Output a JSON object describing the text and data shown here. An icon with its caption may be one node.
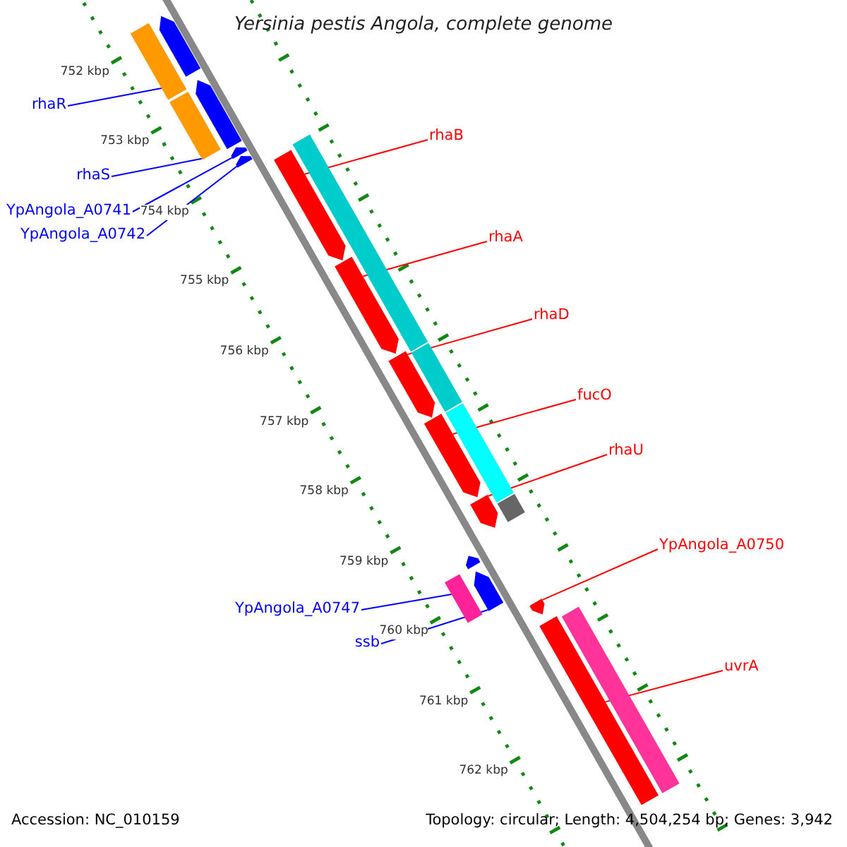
{
  "diagram": {
    "title": "Yersinia pestis Angola, complete genome",
    "nodes": [
      {
        "text": [
          "rhaR"
        ]
      },
      {
        "text": [
          "rhaB"
        ]
      },
      {
        "text": [
          "rhaS"
        ]
      },
      {
        "text": [
          "YpAngola_A0741"
        ]
      },
      {
        "text": [
          "rhaA"
        ]
      },
      {
        "text": [
          "YpAngola_A0742"
        ]
      },
      {
        "text": [
          "rhaD"
        ]
      },
      {
        "text": [
          "fucO"
        ]
      },
      {
        "text": [
          "rhaU"
        ]
      },
      {
        "text": [
          "YpAngola_A0750"
        ]
      },
      {
        "text": [
          "YpAngola_A0747"
        ]
      },
      {
        "text": [
          "ssb"
        ]
      },
      {
        "text": [
          "uvrA"
        ]
      },
      {
        "text": [],
        "shape": "bar"
      },
      {
        "text": [],
        "shape": "pentagon"
      },
      {
        "text": [],
        "shape": "bar"
      },
      {
        "text": [],
        "shape": "pentagon"
      },
      {
        "text": [],
        "shape": "pentagon"
      },
      {
        "text": [],
        "shape": "pentagon"
      },
      {
        "text": [],
        "shape": "bar"
      },
      {
        "text": [],
        "shape": "pentagon"
      },
      {
        "text": [],
        "shape": "pentagon"
      },
      {
        "text": [],
        "shape": "bar"
      },
      {
        "text": [],
        "shape": "pentagon"
      },
      {
        "text": [],
        "shape": "bar"
      },
      {
        "text": [],
        "shape": "pentagon"
      },
      {
        "text": [],
        "shape": "bar"
      },
      {
        "text": [],
        "shape": "pentagon"
      },
      {
        "text": [],
        "shape": "pentagon"
      },
      {
        "text": [],
        "shape": "bar"
      },
      {
        "text": [],
        "shape": "pentagon"
      },
      {
        "text": [],
        "shape": "pentagon"
      },
      {
        "text": [],
        "shape": "bar"
      },
      {
        "text": [],
        "shape": "bar"
      }
    ],
    "edges": [
      {
        "from": 0,
        "to": 13,
        "arrow": "none",
        "color": "#0000ff"
      },
      {
        "from": 1,
        "to": 20,
        "arrow": "none"
      },
      {
        "from": 2,
        "to": 15,
        "arrow": "none",
        "color": "#0000ff"
      },
      {
        "from": 3,
        "to": 17,
        "arrow": "none",
        "color": "#0000ff"
      },
      {
        "from": 4,
        "to": 21,
        "arrow": "none"
      },
      {
        "from": 5,
        "to": 18,
        "arrow": "none",
        "color": "#0000ff"
      },
      {
        "from": 6,
        "to": 23,
        "arrow": "none"
      },
      {
        "from": 7,
        "to": 25,
        "arrow": "none"
      },
      {
        "from": 8,
        "to": 27,
        "arrow": "none"
      },
      {
        "from": 9,
        "to": 31,
        "arrow": "none"
      },
      {
        "from": 10,
        "to": 29,
        "arrow": "none",
        "color": "#0000ff"
      },
      {
        "from": 11,
        "to": 30,
        "arrow": "none",
        "color": "#0000ff"
      },
      {
        "from": 12,
        "to": 32,
        "arrow": "none"
      }
    ],
    "labels": [
      "752 kbp",
      "753 kbp",
      "754 kbp",
      "755 kbp",
      "756 kbp",
      "757 kbp",
      "758 kbp",
      "759 kbp",
      "760 kbp",
      "761 kbp",
      "762 kbp",
      "Accession: NC_010159",
      "Topology: circular; Length: 4,504,254 bp; Genes: 3,942"
    ]
  }
}
